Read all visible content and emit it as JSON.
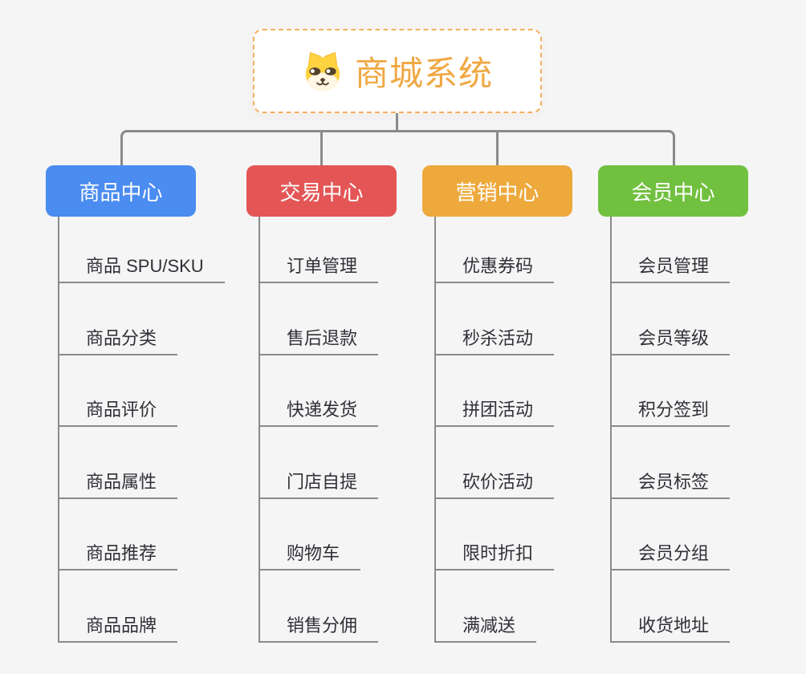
{
  "root": {
    "title": "商城系统",
    "icon": "dog-face-icon",
    "accent_color": "#f0a843",
    "border_color": "#f3b05f"
  },
  "connector_color": "#8a8a8a",
  "branches": [
    {
      "label": "商品中心",
      "color": "#4a8cf0",
      "items": [
        "商品 SPU/SKU",
        "商品分类",
        "商品评价",
        "商品属性",
        "商品推荐",
        "商品品牌"
      ]
    },
    {
      "label": "交易中心",
      "color": "#e45656",
      "items": [
        "订单管理",
        "售后退款",
        "快递发货",
        "门店自提",
        "购物车",
        "销售分佣"
      ]
    },
    {
      "label": "营销中心",
      "color": "#eda93c",
      "items": [
        "优惠券码",
        "秒杀活动",
        "拼团活动",
        "砍价活动",
        "限时折扣",
        "满减送"
      ]
    },
    {
      "label": "会员中心",
      "color": "#72c040",
      "items": [
        "会员管理",
        "会员等级",
        "积分签到",
        "会员标签",
        "会员分组",
        "收货地址"
      ]
    }
  ]
}
